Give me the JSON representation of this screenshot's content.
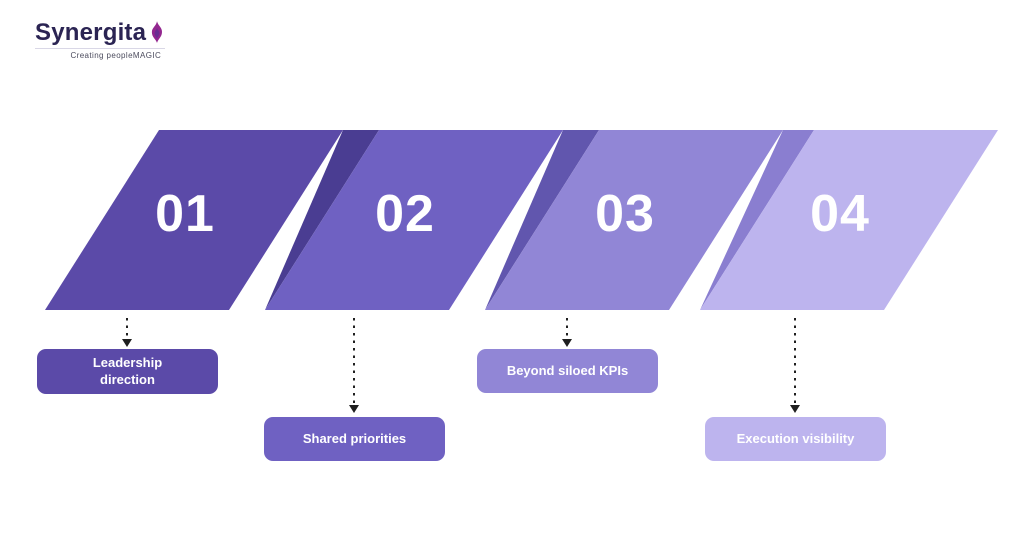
{
  "logo": {
    "name": "Synergita",
    "tagline": "Creating peopleMAGIC",
    "text_color": "#2b2453",
    "flame_color": "#93278f"
  },
  "steps": [
    {
      "number": "01",
      "label": "Leadership\ndirection",
      "color": "#5b4aa8",
      "fold_color": ""
    },
    {
      "number": "02",
      "label": "Shared priorities",
      "color": "#6f61c2",
      "fold_color": "#4a3d92"
    },
    {
      "number": "03",
      "label": "Beyond siloed KPIs",
      "color": "#9186d6",
      "fold_color": "#6156ae"
    },
    {
      "number": "04",
      "label": "Execution visibility",
      "color": "#bdb4ee",
      "fold_color": "#8a7ed0"
    }
  ],
  "arrow_color": "#1f1f1f"
}
